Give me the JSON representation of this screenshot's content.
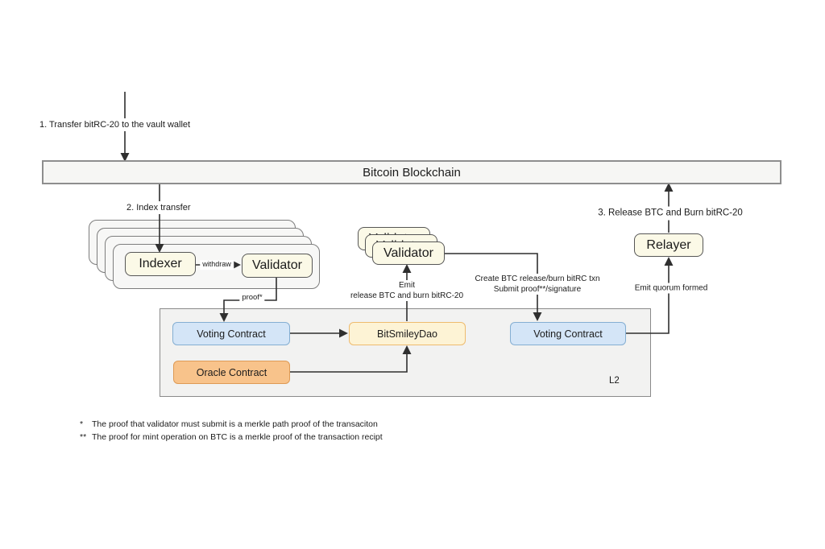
{
  "nodes": {
    "bitcoin_blockchain": "Bitcoin Blockchain",
    "indexer": "Indexer",
    "validator_l1": "Validator",
    "validator_mid": "Validator",
    "relayer": "Relayer",
    "voting_contract_left": "Voting Contract",
    "bitsmiley_dao": "BitSmileyDao",
    "oracle_contract": "Oracle Contract",
    "voting_contract_right": "Voting Contract",
    "l2_tag": "L2"
  },
  "steps": {
    "step1": "1. Transfer bitRC-20 to the vault wallet",
    "step2": "2. Index transfer",
    "step3": "3. Release BTC and Burn bitRC-20"
  },
  "edge_labels": {
    "withdraw": "withdraw",
    "proof": "proof*",
    "emit_line1": "Emit",
    "emit_line2": "release BTC and burn bitRC-20",
    "create_line1": "Create BTC release/burn bitRC txn",
    "create_line2": "Submit proof**/signature",
    "emit_quorum": "Emit quorum formed"
  },
  "footnotes": [
    {
      "marker": "*",
      "text": "The proof that validator must submit is a merkle path proof of the transaciton"
    },
    {
      "marker": "**",
      "text": "The proof for mint operation on BTC is a merkle proof of the transaction recipt"
    }
  ],
  "colors": {
    "line": "#2f2f2f",
    "text": "#1b1b1b",
    "node_fill": "#fbf9e7",
    "node_border": "#565656",
    "card_fill": "#f7f7f6",
    "card_border": "#7d7d7d",
    "bar_fill": "#f6f6f4",
    "bar_border": "#8e8e8e",
    "l2_fill": "#f2f2f1",
    "l2_border": "#8a8a8a",
    "voting_fill": "#d4e5f7",
    "voting_border": "#84aed2",
    "dao_fill": "#fdf3d5",
    "dao_border": "#eebb6e",
    "oracle_fill": "#f8c38b",
    "oracle_border": "#de9a55"
  }
}
